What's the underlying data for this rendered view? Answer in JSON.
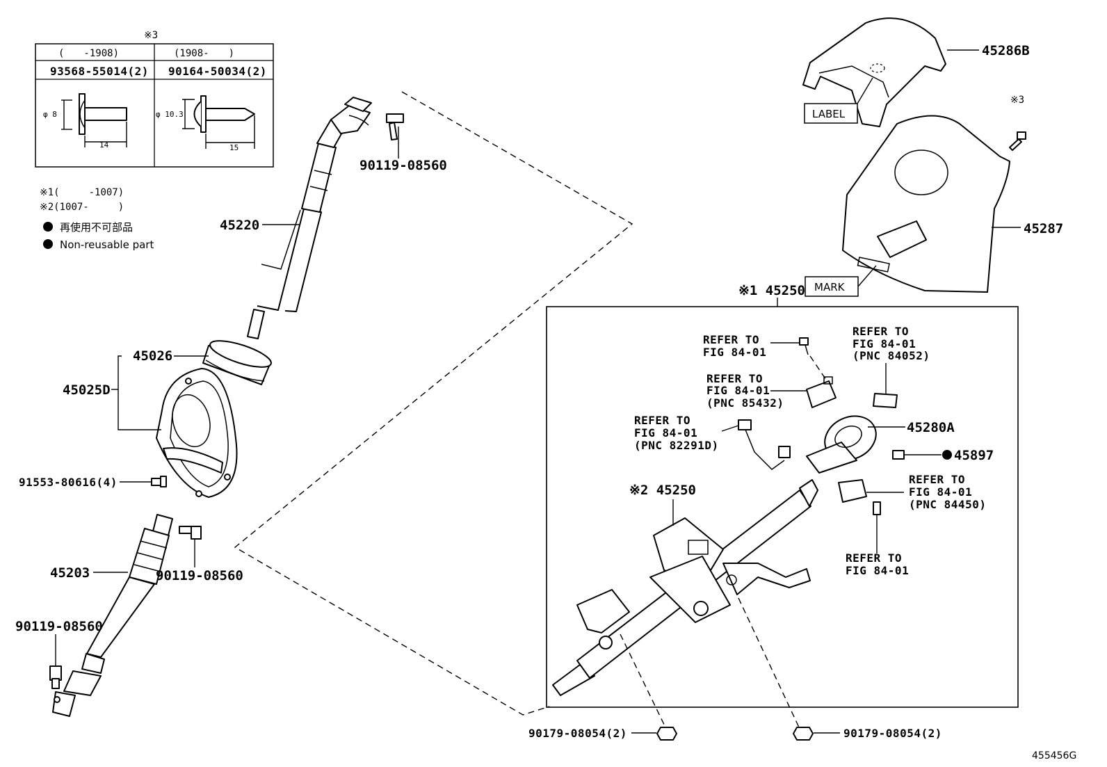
{
  "legend_table": {
    "header": "※3",
    "col1_range": "(　　-1908)",
    "col2_range": "(1908-　　)",
    "col1_part": "93568-55014(2)",
    "col2_part": "90164-50034(2)",
    "col1_dia": "φ 8",
    "col1_len": "14",
    "col2_dia": "φ 10.3",
    "col2_len": "15"
  },
  "notes": {
    "note1": "※1(　　　-1007)",
    "note2": "※2(1007-　　　)",
    "nonreusable_jp": "再使用不可部品",
    "nonreusable_en": "Non-reusable part"
  },
  "parts": {
    "p45286B": "45286B",
    "p45287": "45287",
    "star3_right": "※3",
    "label_box": "LABEL",
    "mark_box": "MARK",
    "p45250_top": "※1 45250",
    "p45250_mid": "※2 45250",
    "p45220": "45220",
    "p90119_top": "90119-08560",
    "p45026": "45026",
    "p45025D": "45025D",
    "p91553": "91553-80616(4)",
    "p90119_mid": "90119-08560",
    "p45203": "45203",
    "p90119_bot": "90119-08560",
    "p45280A": "45280A",
    "p45897": "45897",
    "p90179_left": "90179-08054(2)",
    "p90179_right": "90179-08054(2)",
    "catalog_id": "455456G"
  },
  "refers": {
    "r1": [
      "REFER TO",
      "FIG 84-01"
    ],
    "r2": [
      "REFER TO",
      "FIG 84-01",
      "(PNC 85432)"
    ],
    "r3": [
      "REFER TO",
      "FIG 84-01",
      "(PNC 84052)"
    ],
    "r4": [
      "REFER TO",
      "FIG 84-01",
      "(PNC 82291D)"
    ],
    "r5": [
      "REFER TO",
      "FIG 84-01",
      "(PNC 84450)"
    ],
    "r6": [
      "REFER TO",
      "FIG 84-01"
    ]
  }
}
